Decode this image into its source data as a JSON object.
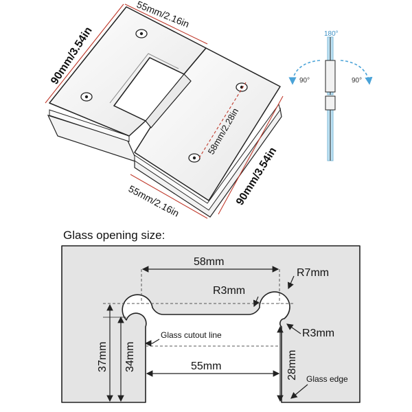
{
  "hinge": {
    "top_width_label": "55mm/2.16in",
    "left_height_label": "90mm/3.54in",
    "hole_spacing_label": "58mm/2.28in",
    "right_height_label": "90mm/3.54in",
    "bottom_width_label": "55mm/2.16in"
  },
  "rotation": {
    "top_angle": "180°",
    "left_angle": "90°",
    "right_angle": "90°"
  },
  "opening": {
    "title": "Glass opening size:",
    "width_top_label": "58mm",
    "corner_radius_label": "R7mm",
    "inner_radius_label": "R3mm",
    "edge_radius_label": "R3mm",
    "cutout_line_label": "Glass cutout line",
    "width_bottom_label": "55mm",
    "height_outer_label": "37mm",
    "height_inner_label": "34mm",
    "height_right_label": "28mm",
    "glass_edge_label": "Glass edge"
  },
  "colors": {
    "dimension_red": "#c0392b",
    "glass_fill": "#e4e4e4",
    "arrow_blue": "#4aa3d8"
  }
}
